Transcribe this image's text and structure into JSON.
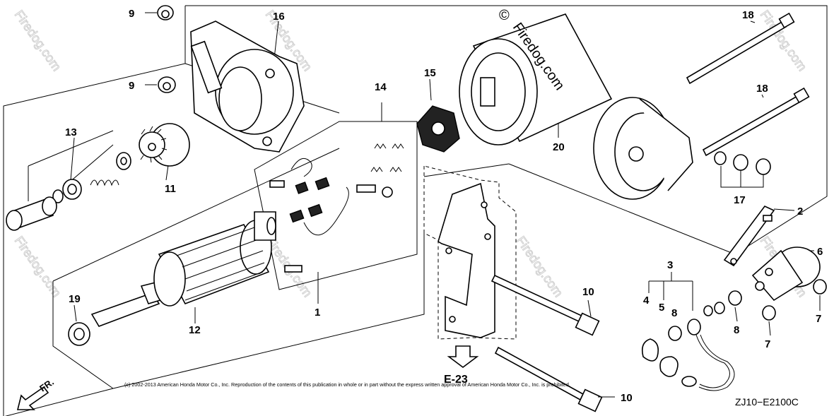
{
  "diagram": {
    "callouts": [
      {
        "id": "c9a",
        "text": "9"
      },
      {
        "id": "c9b",
        "text": "9"
      },
      {
        "id": "c16",
        "text": "16"
      },
      {
        "id": "c15",
        "text": "15"
      },
      {
        "id": "c14",
        "text": "14"
      },
      {
        "id": "c13",
        "text": "13"
      },
      {
        "id": "c11",
        "text": "11"
      },
      {
        "id": "c12",
        "text": "12"
      },
      {
        "id": "c19",
        "text": "19"
      },
      {
        "id": "c1",
        "text": "1"
      },
      {
        "id": "c20",
        "text": "20"
      },
      {
        "id": "c18a",
        "text": "18"
      },
      {
        "id": "c18b",
        "text": "18"
      },
      {
        "id": "c17",
        "text": "17"
      },
      {
        "id": "c2",
        "text": "2"
      },
      {
        "id": "c6",
        "text": "6"
      },
      {
        "id": "c3",
        "text": "3"
      },
      {
        "id": "c4",
        "text": "4"
      },
      {
        "id": "c5",
        "text": "5"
      },
      {
        "id": "c8a",
        "text": "8"
      },
      {
        "id": "c8b",
        "text": "8"
      },
      {
        "id": "c7a",
        "text": "7"
      },
      {
        "id": "c7b",
        "text": "7"
      },
      {
        "id": "c10a",
        "text": "10"
      },
      {
        "id": "c10b",
        "text": "10"
      }
    ],
    "reference_arrow_label": "E-23",
    "front_label": "FR.",
    "diagram_code": "ZJ10−E2100C",
    "copyright_notice": "(c) 2002-2013 American Honda Motor Co., Inc. Reproduction of the contents of this publication in whole or in part without the express written approval of American Honda Motor Co., Inc. is prohibited.",
    "watermark_text": "Firedog.com",
    "watermark_symbol": "©"
  }
}
